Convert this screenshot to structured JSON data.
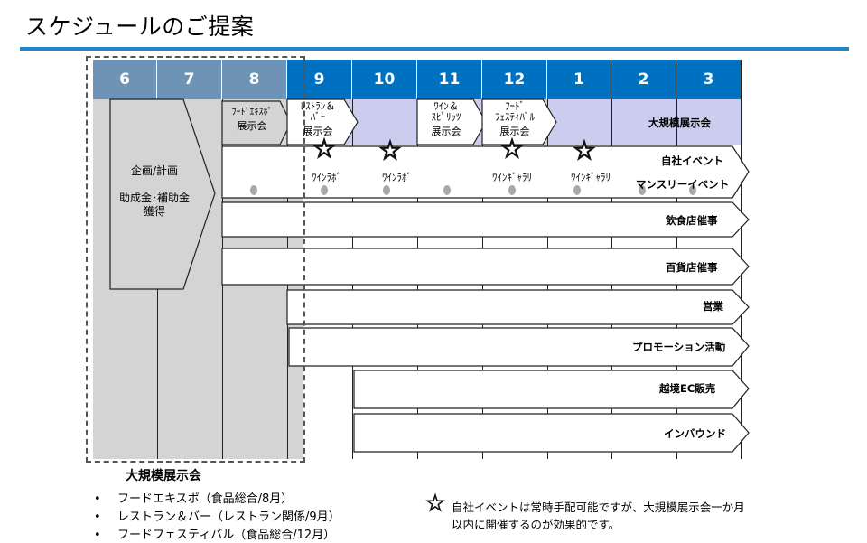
{
  "slide": {
    "title": "スケジュールのご提案"
  },
  "months": [
    "6",
    "7",
    "8",
    "9",
    "10",
    "11",
    "12",
    "1",
    "2",
    "3"
  ],
  "colors": {
    "header_dark": "#0070c0",
    "header_light": "#6f93b5",
    "accent_rule": "#1d87c8",
    "gray_fill": "#d4d4d4",
    "lavender": "#ccccee"
  },
  "planning": {
    "line1": "企画/計画",
    "line2": "助成金･補助金",
    "line3": "獲得"
  },
  "events": {
    "food_expo": {
      "line1": "ﾌｰﾄﾞｴｷｽﾎﾟ",
      "line2": "展示会"
    },
    "restaurant_bar": {
      "line1": "ﾚｽﾄﾗﾝ＆",
      "line2": "ﾊﾞｰ",
      "line3": "展示会"
    },
    "wine_spirits": {
      "line1": "ﾜｲﾝ＆",
      "line2": "ｽﾋﾟﾘｯﾂ",
      "line3": "展示会"
    },
    "food_festival": {
      "line1": "ﾌｰﾄﾞ",
      "line2": "ﾌｪｽﾃｨﾊﾞﾙ",
      "line3": "展示会"
    }
  },
  "rows": {
    "large_exhibition": "大規模展示会",
    "own_event": "自社イベント",
    "monthly_event": "マンスリーイベント",
    "restaurant_event": "飲食店催事",
    "dept_store_event": "百貨店催事",
    "sales": "営業",
    "promotion": "プロモーション活動",
    "cross_border_ec": "越境EC販売",
    "inbound": "インバウンド"
  },
  "stars": [
    {
      "label": "ﾜｲﾝﾗﾎﾞ"
    },
    {
      "label": "ﾜｲﾝﾗﾎﾞ"
    },
    {
      "label": "ﾜｲﾝｷﾞｬﾗﾘ"
    },
    {
      "label": "ﾜｲﾝｷﾞｬﾗﾘ"
    }
  ],
  "summary": {
    "heading": "大規模展示会",
    "items": [
      "フードエキスポ（食品総合/8月）",
      "レストラン＆バー（レストラン関係/9月）",
      "フードフェスティバル（食品総合/12月）"
    ]
  },
  "note": {
    "line1": "自社イベントは常時手配可能ですが、大規模展示会一か月",
    "line2": "以内に開催するのが効果的です。"
  }
}
